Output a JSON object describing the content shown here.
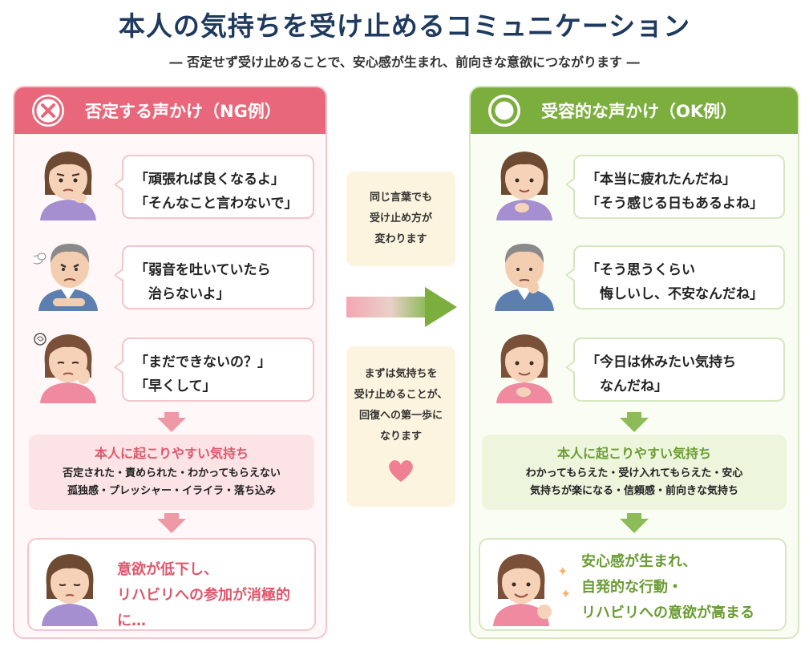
{
  "title": "本人の気持ちを受け止めるコミュニケーション",
  "subtitle": "― 否定せず受け止めることで、安心感が生まれ、前向きな意欲につながります ―",
  "colors": {
    "ng": "#e8677a",
    "ok": "#7cae3e",
    "title": "#1f3a5f",
    "mid_bg": "#fdf4df"
  },
  "ng": {
    "header": "否定する声かけ（NG例）",
    "icon": "cross-icon",
    "bubbles": [
      [
        "「頑張れば良くなるよ」",
        "「そんなこと言わないで」"
      ],
      [
        "「弱音を吐いていたら",
        "　治らないよ」"
      ],
      [
        "「まだできないの？」",
        "「早くして」"
      ]
    ],
    "feel_title": "本人に起こりやすい気持ち",
    "feel_lines": [
      "否定された・責められた・わかってもらえない",
      "孤独感・プレッシャー・イライラ・落ち込み"
    ],
    "result_lines": [
      "意欲が低下し、",
      "リハビリへの参加が消極的に…"
    ]
  },
  "ok": {
    "header": "受容的な声かけ（OK例）",
    "icon": "circle-icon",
    "bubbles": [
      [
        "「本当に疲れたんだね」",
        "「そう感じる日もあるよね」"
      ],
      [
        "「そう思うくらい",
        "　悔しいし、不安なんだね」"
      ],
      [
        "「今日は休みたい気持ち",
        "　なんだね」"
      ]
    ],
    "feel_title": "本人に起こりやすい気持ち",
    "feel_lines": [
      "わかってもらえた・受け入れてもらえた・安心",
      "気持ちが楽になる・信頼感・前向きな気持ち"
    ],
    "result_lines": [
      "安心感が生まれ、",
      "自発的な行動・",
      "リハビリへの意欲が高まる"
    ]
  },
  "middle": {
    "top_lines": [
      "同じ言葉でも",
      "受け止め方が",
      "変わります"
    ],
    "bottom_lines": [
      "まずは気持ちを",
      "受け止めることが、",
      "回復への第一歩に",
      "なります"
    ],
    "heart_icon": "heart-icon",
    "arrow_icon": "arrow-right-icon"
  }
}
